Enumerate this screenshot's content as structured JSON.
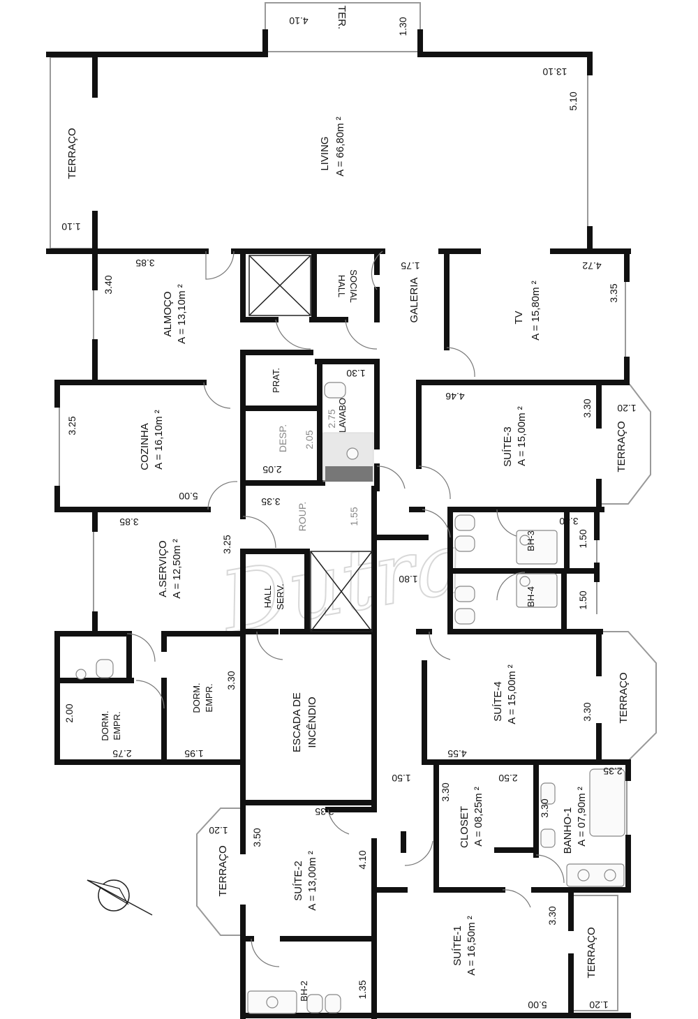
{
  "rooms": {
    "ter_top": {
      "name": "TER.",
      "dim_a": "4.10",
      "dim_b": "1.30"
    },
    "terraco_left": {
      "name": "TERRAÇO",
      "dim": "1.10"
    },
    "living": {
      "name": "LIVING",
      "area": "A = 66,80m ²",
      "dim_a": "13.10",
      "dim_b": "5.10"
    },
    "almoco": {
      "name": "ALMOÇO",
      "area": "A = 13,10m ²",
      "dim_a": "3.85",
      "dim_b": "3.40"
    },
    "hall_social": {
      "name": "HALL",
      "name2": "SOCIAL"
    },
    "galeria": {
      "name": "GALERIA",
      "dim": "1.75"
    },
    "tv": {
      "name": "TV",
      "area": "A = 15,80m ²",
      "dim_a": "4.72",
      "dim_b": "3.35"
    },
    "prat": {
      "name": "PRAT."
    },
    "lavabo": {
      "name": "LAVABO",
      "dim_a": "1.30",
      "dim_b": "2.75"
    },
    "cozinha": {
      "name": "COZINHA",
      "area": "A = 16,10m ²",
      "dim_a": "3.25",
      "dim_b": "5.00"
    },
    "desp": {
      "name": "DESP.",
      "dim_a": "2.05",
      "dim_b": "2.05"
    },
    "suite3": {
      "name": "SUÍTE-3",
      "area": "A = 15,00m ²",
      "dim_a": "4.46",
      "dim_b": "3.30"
    },
    "terraco_s3": {
      "name": "TERRAÇO",
      "dim": "1.20"
    },
    "roup": {
      "name": "ROUP.",
      "dim_a": "3.35",
      "dim_b": "1.55"
    },
    "aservico": {
      "name": "A.SERVIÇO",
      "area": "A = 12,50m ²",
      "dim_a": "3.85",
      "dim_b": "3.25"
    },
    "bh3": {
      "name": "BH-3",
      "dim_a": "3.80",
      "dim_b": "1.50"
    },
    "hall_serv": {
      "name": "HALL",
      "name2": "SERV.",
      "dim": "1.80"
    },
    "bh4": {
      "name": "BH-4",
      "dim": "1.50"
    },
    "dorm_empr1": {
      "name": "DORM.",
      "name2": "EMPR.",
      "dim_a": "2.00",
      "dim_b": "2.75"
    },
    "dorm_empr2": {
      "name": "DORM.",
      "name2": "EMPR.",
      "dim_a": "3.30",
      "dim_b": "1.95"
    },
    "escada": {
      "name": "ESCADA DE",
      "name2": "INCÊNDIO"
    },
    "suite4": {
      "name": "SUÍTE-4",
      "area": "A = 15,00m ²",
      "dim_a": "4.55",
      "dim_b": "3.30"
    },
    "terraco_s4": {
      "name": "TERRAÇO"
    },
    "corridor": {
      "dim": "1.50"
    },
    "closet": {
      "name": "CLOSET",
      "area": "A = 08,25m ²",
      "dim_a": "3.30",
      "dim_b": "2.50"
    },
    "banho1": {
      "name": "BANHO-1",
      "area": "A = 07,90m ²",
      "dim_a": "3.30",
      "dim_b": "2.35"
    },
    "suite2": {
      "name": "SUÍTE-2",
      "area": "A = 13,00m ²",
      "dim_a": "3.35",
      "dim_b": "3.50",
      "dim_c": "4.10"
    },
    "terraco_s2": {
      "name": "TERRAÇO",
      "dim": "1.20"
    },
    "bh2": {
      "name": "BH-2",
      "dim": "1.35"
    },
    "suite1": {
      "name": "SUÍTE-1",
      "area": "A = 16,50m ²",
      "dim_a": "3.30",
      "dim_b": "5.00"
    },
    "terraco_s1": {
      "name": "TERRAÇO",
      "dim": "1.20"
    }
  },
  "watermark": {
    "text": "Dutra"
  },
  "colors": {
    "wall": "#111111",
    "glass": "#999999",
    "accent_grey": "#d9d9d9"
  }
}
